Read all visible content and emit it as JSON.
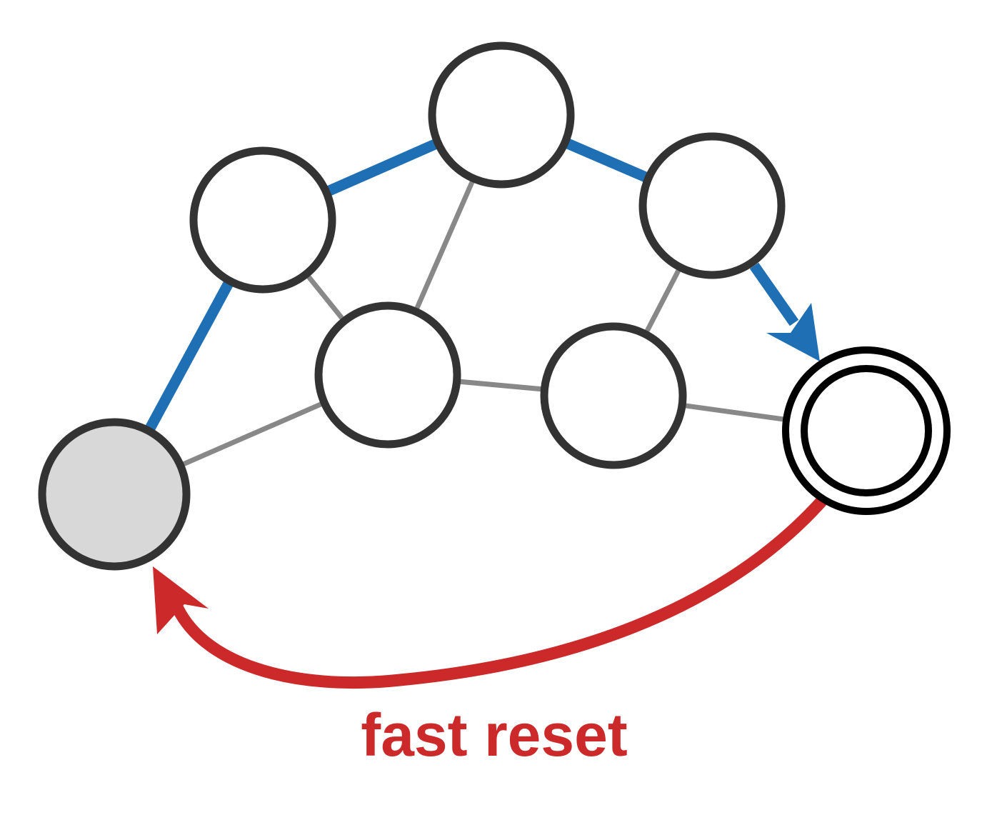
{
  "diagram": {
    "annotation_text": "fast reset",
    "colors": {
      "path_edge": "#1f6fb4",
      "plain_edge": "#888888",
      "reset_arrow": "#cc2a2a",
      "node_stroke": "#333333",
      "node_fill": "#ffffff",
      "start_node_fill": "#d8d8d8",
      "goal_node_stroke": "#000000",
      "background": "#ffffff"
    },
    "nodes": [
      {
        "id": "n-left-top",
        "kind": "normal"
      },
      {
        "id": "n-top",
        "kind": "normal"
      },
      {
        "id": "n-right-top",
        "kind": "normal"
      },
      {
        "id": "n-center",
        "kind": "normal"
      },
      {
        "id": "n-center-right",
        "kind": "normal"
      },
      {
        "id": "n-start",
        "kind": "start"
      },
      {
        "id": "n-goal",
        "kind": "goal"
      }
    ],
    "edges": [
      {
        "from": "n-start",
        "to": "n-left-top",
        "kind": "path"
      },
      {
        "from": "n-left-top",
        "to": "n-top",
        "kind": "path"
      },
      {
        "from": "n-top",
        "to": "n-right-top",
        "kind": "path"
      },
      {
        "from": "n-right-top",
        "to": "n-goal",
        "kind": "path-arrow"
      },
      {
        "from": "n-left-top",
        "to": "n-center",
        "kind": "plain"
      },
      {
        "from": "n-top",
        "to": "n-center",
        "kind": "plain"
      },
      {
        "from": "n-right-top",
        "to": "n-center-right",
        "kind": "plain"
      },
      {
        "from": "n-start",
        "to": "n-center",
        "kind": "plain"
      },
      {
        "from": "n-center",
        "to": "n-center-right",
        "kind": "plain"
      },
      {
        "from": "n-center-right",
        "to": "n-goal",
        "kind": "plain"
      },
      {
        "from": "n-goal",
        "to": "n-start",
        "kind": "reset-arrow"
      }
    ]
  }
}
